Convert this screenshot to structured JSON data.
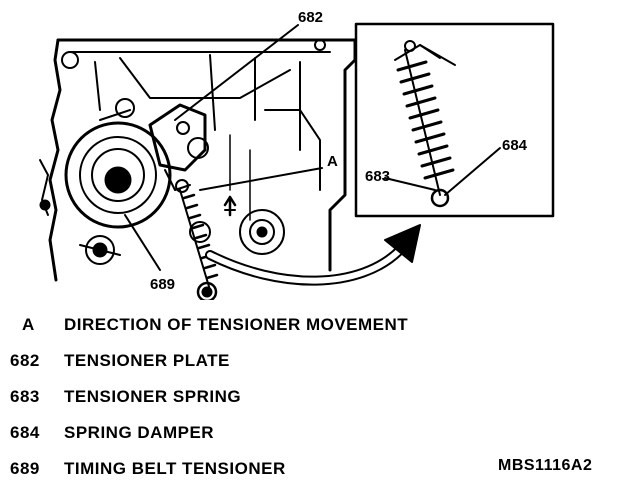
{
  "callouts": {
    "c682": "682",
    "cA": "A",
    "c683": "683",
    "c684": "684",
    "c689": "689"
  },
  "legend": [
    {
      "code": "A",
      "text": "DIRECTION OF TENSIONER MOVEMENT"
    },
    {
      "code": "682",
      "text": "TENSIONER PLATE"
    },
    {
      "code": "683",
      "text": "TENSIONER SPRING"
    },
    {
      "code": "684",
      "text": "SPRING DAMPER"
    },
    {
      "code": "689",
      "text": "TIMING BELT TENSIONER"
    }
  ],
  "figure_id": "MBS1116A2"
}
